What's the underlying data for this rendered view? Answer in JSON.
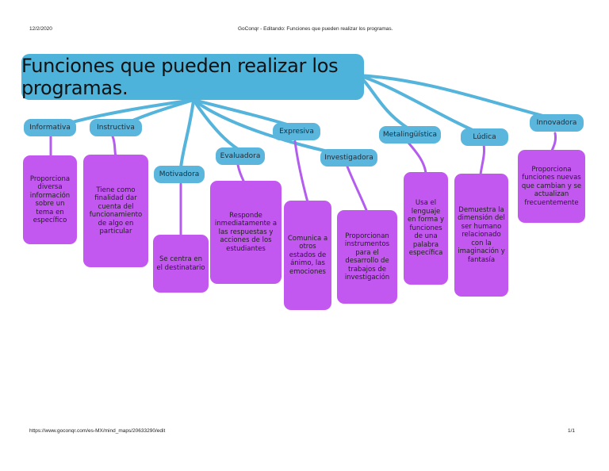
{
  "header": {
    "date": "12/2/2020",
    "page_title": "GoConqr - Editando: Funciones que pueden realizar los programas."
  },
  "footer": {
    "url": "https://www.goconqr.com/es-MX/mind_maps/20633290/edit",
    "page_number": "1/1"
  },
  "mindmap": {
    "title": "Funciones que pueden realizar los programas.",
    "branches": [
      {
        "label": "Informativa",
        "description": "Proporciona diversa información sobre un tema en específico"
      },
      {
        "label": "Instructiva",
        "description": "Tiene como finalidad dar cuenta del funcionamiento de algo en particular"
      },
      {
        "label": "Motivadora",
        "description": "Se centra en el destinatario"
      },
      {
        "label": "Evaluadora",
        "description": "Responde inmediatamente a las respuestas y acciones de los estudiantes"
      },
      {
        "label": "Expresiva",
        "description": "Comunica a otros estados de ánimo, las emociones"
      },
      {
        "label": "Investigadora",
        "description": "Proporcionan instrumentos para el desarrollo de trabajos de investigación"
      },
      {
        "label": "Metalingüística",
        "description": "Usa el lenguaje en forma y funciones de una palabra específica"
      },
      {
        "label": "Lúdica",
        "description": "Demuestra la dimensión del ser humano relacionado con la imaginación y fantasía"
      },
      {
        "label": "Innovadora",
        "description": "Proporciona funciones nuevas que cambian y se actualizan frecuentemente"
      }
    ]
  },
  "colors": {
    "title_node": "#4db3db",
    "category_node": "#5ab6dc",
    "description_node": "#c358f0",
    "link_blue": "#55b4dc",
    "link_purple": "#b45cf0"
  }
}
